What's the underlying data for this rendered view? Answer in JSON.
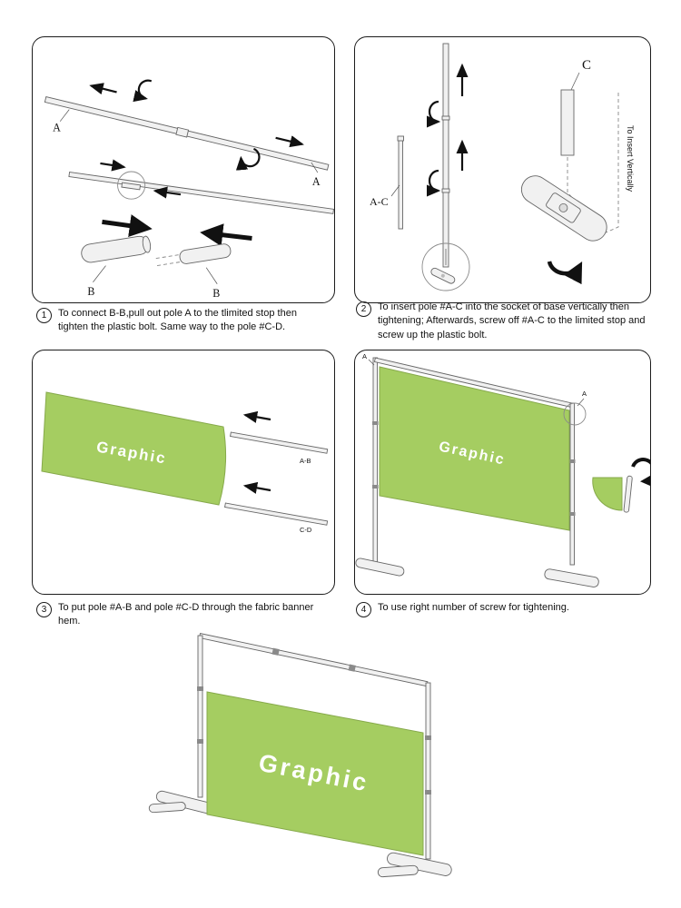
{
  "colors": {
    "banner_green": "#a5cd61",
    "banner_edge": "#86a94b"
  },
  "steps": [
    {
      "num": "1",
      "text": "To connect B-B,pull out pole A to the tlimited stop then tighten the plastic bolt. Same  way to the pole #C-D."
    },
    {
      "num": "2",
      "text": "To insert pole #A-C into the socket of base vertically then tightening; Afterwards, screw off #A-C to the limited stop and screw up the plastic bolt."
    },
    {
      "num": "3",
      "text": "To put pole #A-B and pole #C-D through the fabric banner hem."
    },
    {
      "num": "4",
      "text": "To use right number of screw for tightening."
    }
  ],
  "labels": {
    "a": "A",
    "b": "B",
    "c": "C",
    "ac": "A-C",
    "ab": "A-B",
    "cd": "C-D",
    "insert_vertically": "To Insert Vertically",
    "graphic": "Graphic"
  }
}
